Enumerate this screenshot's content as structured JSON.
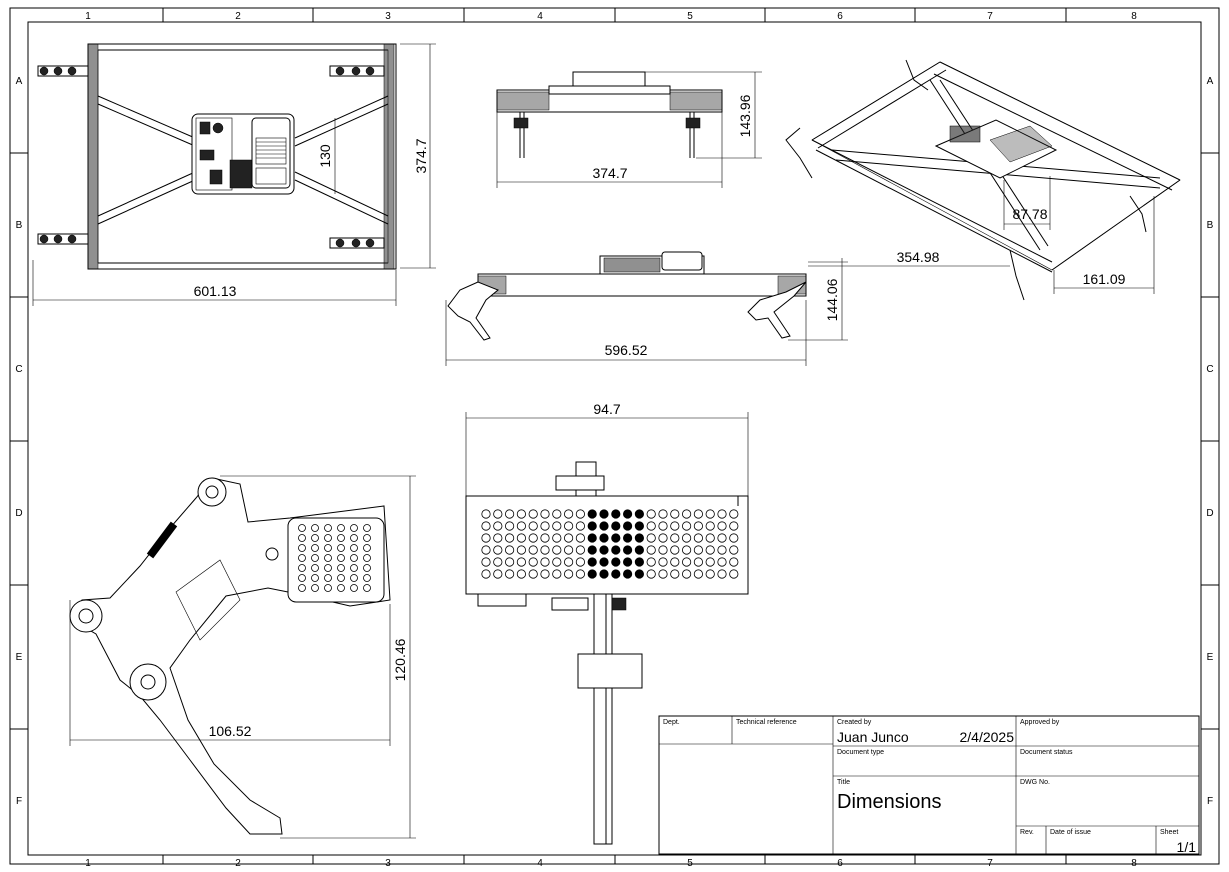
{
  "sheet": {
    "column_labels": [
      "1",
      "2",
      "3",
      "4",
      "5",
      "6",
      "7",
      "8"
    ],
    "row_labels": [
      "A",
      "B",
      "C",
      "D",
      "E",
      "F"
    ]
  },
  "dimensions": {
    "top_view_width": "601.13",
    "top_view_height": "374.7",
    "top_view_inner": "130",
    "front_view_width": "374.7",
    "front_view_height": "143.96",
    "side_view_width": "596.52",
    "side_view_height": "144.06",
    "iso_a": "87.78",
    "iso_b": "354.98",
    "iso_c": "161.09",
    "leg_width": "106.52",
    "leg_height": "120.46",
    "foot_width": "94.7"
  },
  "title_block": {
    "dept_label": "Dept.",
    "tech_ref_label": "Technical reference",
    "created_by_label": "Created by",
    "created_by": "Juan Junco",
    "date": "2/4/2025",
    "approved_by_label": "Approved by",
    "document_type_label": "Document type",
    "document_status_label": "Document status",
    "title_label": "Title",
    "title": "Dimensions",
    "dwg_no_label": "DWG No.",
    "rev_label": "Rev.",
    "date_of_issue_label": "Date of issue",
    "sheet_label": "Sheet",
    "sheet": "1/1"
  }
}
